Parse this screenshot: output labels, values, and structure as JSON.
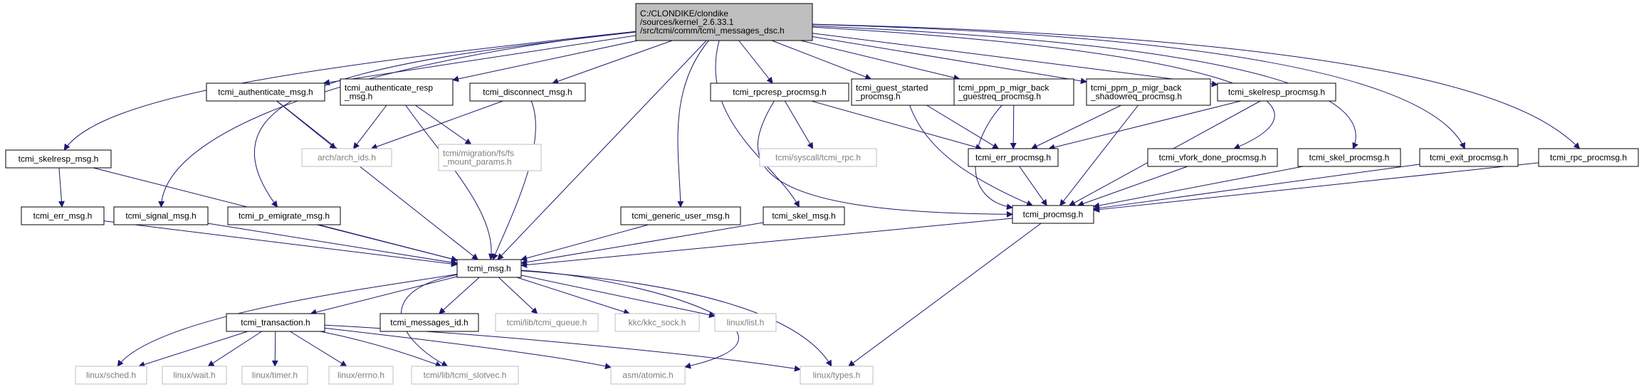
{
  "graph": {
    "root": "n_root",
    "colors": {
      "edge": "#191970",
      "node_border": "#000000",
      "node_border_light": "#bfbfbf",
      "text": "#000000",
      "text_light": "#7f7f7f",
      "root_fill": "#bfbfbf",
      "node_fill": "#ffffff"
    },
    "nodes": [
      {
        "id": "n_root",
        "label": "C:/CLONDIKE/clondike\n/sources/kernel_2.6.33.1\n/src/tcmi/comm/tcmi_messages_dsc.h",
        "style": "root"
      },
      {
        "id": "n_auth",
        "label": "tcmi_authenticate_msg.h",
        "style": "normal"
      },
      {
        "id": "n_authr",
        "label": "tcmi_authenticate_resp\n_msg.h",
        "style": "normal"
      },
      {
        "id": "n_disc",
        "label": "tcmi_disconnect_msg.h",
        "style": "normal"
      },
      {
        "id": "n_rpcresp",
        "label": "tcmi_rpcresp_procmsg.h",
        "style": "normal"
      },
      {
        "id": "n_guest",
        "label": "tcmi_guest_started\n_procmsg.h",
        "style": "normal"
      },
      {
        "id": "n_ppmg",
        "label": "tcmi_ppm_p_migr_back\n_guestreq_procmsg.h",
        "style": "normal"
      },
      {
        "id": "n_ppms",
        "label": "tcmi_ppm_p_migr_back\n_shadowreq_procmsg.h",
        "style": "normal"
      },
      {
        "id": "n_skelrp",
        "label": "tcmi_skelresp_procmsg.h",
        "style": "normal"
      },
      {
        "id": "n_skelresp",
        "label": "tcmi_skelresp_msg.h",
        "style": "normal"
      },
      {
        "id": "n_archids",
        "label": "arch/arch_ids.h",
        "style": "light"
      },
      {
        "id": "n_fsmount",
        "label": "tcmi/migration/fs/fs\n_mount_params.h",
        "style": "light"
      },
      {
        "id": "n_rpc",
        "label": "tcmi/syscall/tcmi_rpc.h",
        "style": "light"
      },
      {
        "id": "n_errproc",
        "label": "tcmi_err_procmsg.h",
        "style": "normal"
      },
      {
        "id": "n_vfork",
        "label": "tcmi_vfork_done_procmsg.h",
        "style": "normal"
      },
      {
        "id": "n_skelproc",
        "label": "tcmi_skel_procmsg.h",
        "style": "normal"
      },
      {
        "id": "n_exitproc",
        "label": "tcmi_exit_procmsg.h",
        "style": "normal"
      },
      {
        "id": "n_rpcproc",
        "label": "tcmi_rpc_procmsg.h",
        "style": "normal"
      },
      {
        "id": "n_errmsg",
        "label": "tcmi_err_msg.h",
        "style": "normal"
      },
      {
        "id": "n_signal",
        "label": "tcmi_signal_msg.h",
        "style": "normal"
      },
      {
        "id": "n_pemig",
        "label": "tcmi_p_emigrate_msg.h",
        "style": "normal"
      },
      {
        "id": "n_generic",
        "label": "tcmi_generic_user_msg.h",
        "style": "normal"
      },
      {
        "id": "n_skelmsg",
        "label": "tcmi_skel_msg.h",
        "style": "normal"
      },
      {
        "id": "n_procmsg",
        "label": "tcmi_procmsg.h",
        "style": "normal"
      },
      {
        "id": "n_msg",
        "label": "tcmi_msg.h",
        "style": "normal"
      },
      {
        "id": "n_trans",
        "label": "tcmi_transaction.h",
        "style": "normal"
      },
      {
        "id": "n_msgid",
        "label": "tcmi_messages_id.h",
        "style": "normal"
      },
      {
        "id": "n_queue",
        "label": "tcmi/lib/tcmi_queue.h",
        "style": "light"
      },
      {
        "id": "n_kkc",
        "label": "kkc/kkc_sock.h",
        "style": "light"
      },
      {
        "id": "n_list",
        "label": "linux/list.h",
        "style": "light"
      },
      {
        "id": "n_sched",
        "label": "linux/sched.h",
        "style": "light"
      },
      {
        "id": "n_wait",
        "label": "linux/wait.h",
        "style": "light"
      },
      {
        "id": "n_timer",
        "label": "linux/timer.h",
        "style": "light"
      },
      {
        "id": "n_errno",
        "label": "linux/errno.h",
        "style": "light"
      },
      {
        "id": "n_slotvec",
        "label": "tcmi/lib/tcmi_slotvec.h",
        "style": "light"
      },
      {
        "id": "n_atomic",
        "label": "asm/atomic.h",
        "style": "light"
      },
      {
        "id": "n_types",
        "label": "linux/types.h",
        "style": "light"
      }
    ],
    "edges": [
      [
        "n_root",
        "n_auth"
      ],
      [
        "n_root",
        "n_authr"
      ],
      [
        "n_root",
        "n_disc"
      ],
      [
        "n_root",
        "n_rpcresp"
      ],
      [
        "n_root",
        "n_guest"
      ],
      [
        "n_root",
        "n_ppmg"
      ],
      [
        "n_root",
        "n_ppms"
      ],
      [
        "n_root",
        "n_skelrp"
      ],
      [
        "n_root",
        "n_skelresp"
      ],
      [
        "n_root",
        "n_signal"
      ],
      [
        "n_root",
        "n_pemig"
      ],
      [
        "n_root",
        "n_generic"
      ],
      [
        "n_root",
        "n_skelmsg"
      ],
      [
        "n_root",
        "n_msg"
      ],
      [
        "n_root",
        "n_vfork"
      ],
      [
        "n_root",
        "n_skelproc"
      ],
      [
        "n_root",
        "n_exitproc"
      ],
      [
        "n_root",
        "n_rpcproc"
      ],
      [
        "n_auth",
        "n_archids"
      ],
      [
        "n_auth",
        "n_msg"
      ],
      [
        "n_authr",
        "n_archids"
      ],
      [
        "n_authr",
        "n_fsmount"
      ],
      [
        "n_authr",
        "n_msg"
      ],
      [
        "n_disc",
        "n_archids"
      ],
      [
        "n_disc",
        "n_msg"
      ],
      [
        "n_rpcresp",
        "n_rpc"
      ],
      [
        "n_rpcresp",
        "n_errproc"
      ],
      [
        "n_rpcresp",
        "n_procmsg"
      ],
      [
        "n_guest",
        "n_errproc"
      ],
      [
        "n_guest",
        "n_procmsg"
      ],
      [
        "n_ppmg",
        "n_errproc"
      ],
      [
        "n_ppmg",
        "n_procmsg"
      ],
      [
        "n_ppms",
        "n_errproc"
      ],
      [
        "n_ppms",
        "n_procmsg"
      ],
      [
        "n_skelrp",
        "n_errproc"
      ],
      [
        "n_skelrp",
        "n_procmsg"
      ],
      [
        "n_skelresp",
        "n_errmsg"
      ],
      [
        "n_skelresp",
        "n_msg"
      ],
      [
        "n_errproc",
        "n_procmsg"
      ],
      [
        "n_vfork",
        "n_procmsg"
      ],
      [
        "n_skelproc",
        "n_procmsg"
      ],
      [
        "n_exitproc",
        "n_procmsg"
      ],
      [
        "n_rpcproc",
        "n_procmsg"
      ],
      [
        "n_errmsg",
        "n_msg"
      ],
      [
        "n_signal",
        "n_msg"
      ],
      [
        "n_pemig",
        "n_msg"
      ],
      [
        "n_generic",
        "n_msg"
      ],
      [
        "n_skelmsg",
        "n_msg"
      ],
      [
        "n_procmsg",
        "n_msg"
      ],
      [
        "n_procmsg",
        "n_types"
      ],
      [
        "n_msg",
        "n_trans"
      ],
      [
        "n_msg",
        "n_msgid"
      ],
      [
        "n_msg",
        "n_queue"
      ],
      [
        "n_msg",
        "n_kkc"
      ],
      [
        "n_msg",
        "n_list"
      ],
      [
        "n_msg",
        "n_sched"
      ],
      [
        "n_msg",
        "n_slotvec"
      ],
      [
        "n_msg",
        "n_atomic"
      ],
      [
        "n_msg",
        "n_types"
      ],
      [
        "n_trans",
        "n_sched"
      ],
      [
        "n_trans",
        "n_wait"
      ],
      [
        "n_trans",
        "n_timer"
      ],
      [
        "n_trans",
        "n_errno"
      ],
      [
        "n_trans",
        "n_slotvec"
      ],
      [
        "n_trans",
        "n_atomic"
      ],
      [
        "n_trans",
        "n_types"
      ]
    ]
  }
}
